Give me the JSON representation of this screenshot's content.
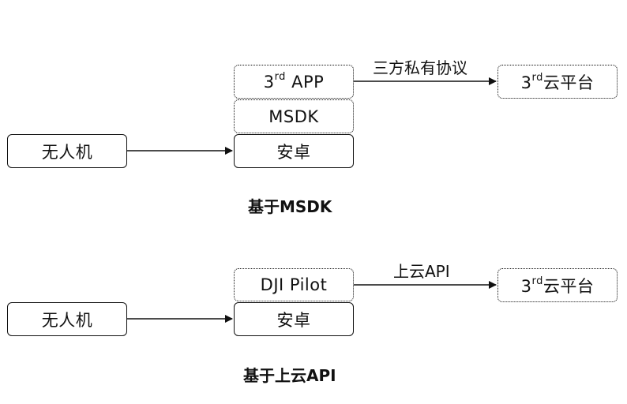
{
  "diagram_top": {
    "drone_label": "无人机",
    "android_label": "安卓",
    "msdk_label": "MSDK",
    "app": {
      "prefix": "3",
      "sup": "rd",
      "rest": " APP"
    },
    "cloud": {
      "prefix": "3",
      "sup": "rd",
      "rest": "云平台"
    },
    "edge_label": "三方私有协议",
    "caption": "基于MSDK"
  },
  "diagram_bottom": {
    "drone_label": "无人机",
    "android_label": "安卓",
    "pilot_label": "DJI Pilot",
    "cloud": {
      "prefix": "3",
      "sup": "rd",
      "rest": "云平台"
    },
    "edge_label": "上云API",
    "caption": "基于上云API"
  }
}
